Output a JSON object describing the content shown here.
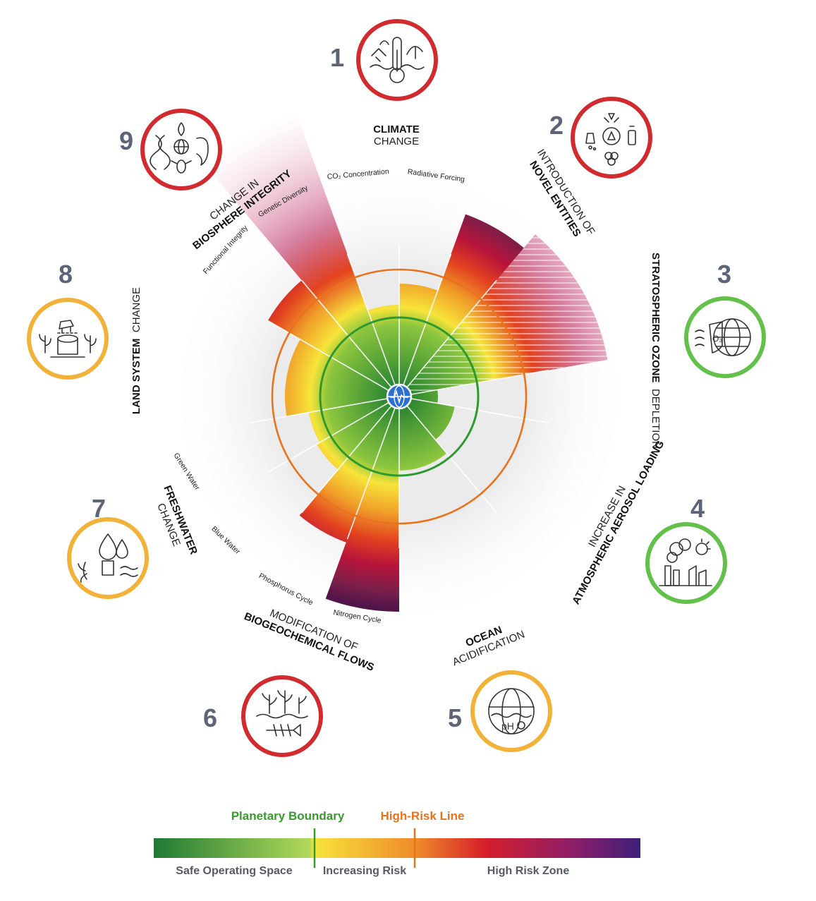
{
  "colors": {
    "red_status": "#d12a2f",
    "orange_status": "#f2b138",
    "green_status": "#63c04a",
    "boundary_green": "#2e9a2e",
    "high_risk_orange": "#e8731c",
    "number_gray": "#5e6478"
  },
  "boundaries": [
    {
      "number": "1",
      "status": "red",
      "icon": "thermometer-landscape-icon",
      "label_bold": "CLIMATE",
      "label_light": "CHANGE"
    },
    {
      "number": "2",
      "status": "red",
      "icon": "chemicals-radiation-icon",
      "label_bold": "NOVEL ENTITIES",
      "label_light": "INTRODUCTION OF"
    },
    {
      "number": "3",
      "status": "green",
      "icon": "ozone-globe-icon",
      "label_bold": "STRATOSPHERIC OZONE",
      "label_light": "DEPLETION"
    },
    {
      "number": "4",
      "status": "green",
      "icon": "factory-smog-icon",
      "label_bold": "ATMOSPHERIC AEROSOL LOADING",
      "label_light": "INCREASE IN"
    },
    {
      "number": "5",
      "status": "orange",
      "icon": "ocean-ph-globe-icon",
      "label_bold": "OCEAN",
      "label_light": "ACIDIFICATION"
    },
    {
      "number": "6",
      "status": "red",
      "icon": "plants-fish-icon",
      "label_bold": "BIOGEOCHEMICAL FLOWS",
      "label_light": "MODIFICATION OF"
    },
    {
      "number": "7",
      "status": "orange",
      "icon": "water-drop-icon",
      "label_bold": "FRESHWATER",
      "label_light": "CHANGE"
    },
    {
      "number": "8",
      "status": "orange",
      "icon": "land-tree-stump-icon",
      "label_bold": "LAND SYSTEM",
      "label_light": "CHANGE"
    },
    {
      "number": "9",
      "status": "red",
      "icon": "biodiversity-dna-icon",
      "label_bold": "BIOSPHERE INTEGRITY",
      "label_light": "CHANGE IN"
    }
  ],
  "sublabels": {
    "co2": "CO₂ Concentration",
    "radiative": "Radiative Forcing",
    "genetic": "Genetic Diversity",
    "functional": "Functional Integrity",
    "green_water": "Green Water",
    "blue_water": "Blue Water",
    "phosphorus": "Phosphorus Cycle",
    "nitrogen": "Nitrogen Cycle"
  },
  "legend": {
    "planetary_boundary": "Planetary Boundary",
    "high_risk_line": "High-Risk Line",
    "safe": "Safe Operating Space",
    "increasing": "Increasing Risk",
    "high_zone": "High Risk Zone"
  }
}
